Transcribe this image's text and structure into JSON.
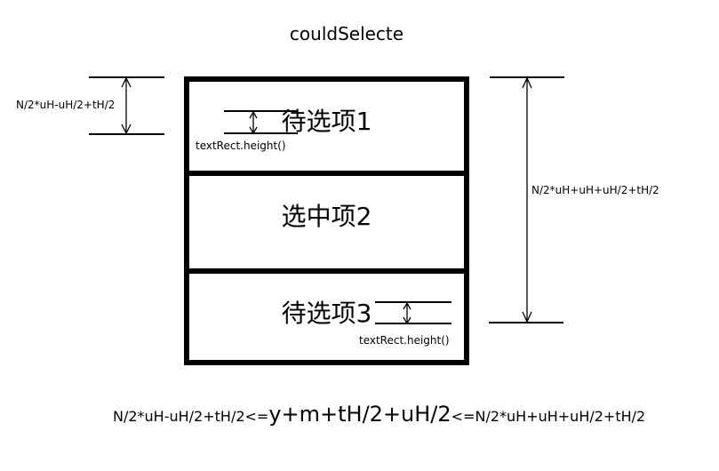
{
  "title": "couldSelecte",
  "colors": {
    "ink": "#000000",
    "background": "#ffffff"
  },
  "box": {
    "rows": [
      {
        "label": "待选项1"
      },
      {
        "label": "选中项2"
      },
      {
        "label": "待选项3"
      }
    ]
  },
  "measures": {
    "left": {
      "label": "N/2*uH-uH/2+tH/2"
    },
    "right": {
      "label": "N/2*uH+uH+uH/2+tH/2"
    },
    "text_height_top": {
      "label": "textRect.height()"
    },
    "text_height_bottom": {
      "label": "textRect.height()"
    }
  },
  "formula": {
    "left": "N/2*uH-uH/2+tH/2<=",
    "middle": "y+m+tH/2+uH/2",
    "right": "<=N/2*uH+uH+uH/2+tH/2"
  }
}
